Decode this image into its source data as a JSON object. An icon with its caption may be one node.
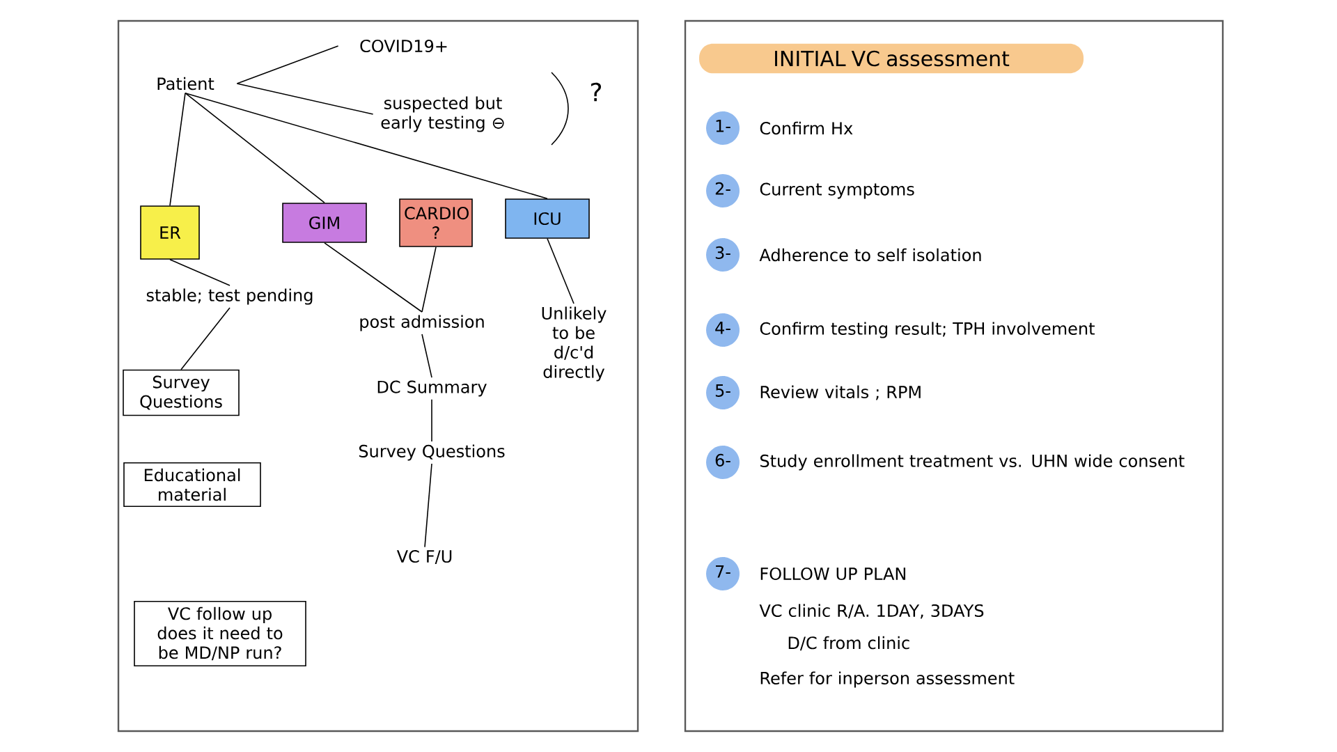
{
  "diagram": {
    "nodes": [
      {
        "text": [
          "Patient"
        ]
      },
      {
        "text": [
          "COVID19+"
        ]
      },
      {
        "text": [
          "suspected but early testing ⊖"
        ]
      },
      {
        "text": [
          "ER"
        ]
      },
      {
        "text": [
          "GIM"
        ]
      },
      {
        "text": [
          "CARDIO ?"
        ]
      },
      {
        "text": [
          "ICU"
        ]
      },
      {
        "text": [
          "stable; test pending"
        ]
      },
      {
        "text": [
          "Survey Questions"
        ]
      },
      {
        "text": [
          "Educational material"
        ]
      },
      {
        "text": [
          "VC follow up does it need to be MD/NP run?"
        ]
      },
      {
        "text": [
          "post admission"
        ]
      },
      {
        "text": [
          "DC Summary"
        ]
      },
      {
        "text": [
          "Survey Questions"
        ]
      },
      {
        "text": [
          "VC F/U"
        ]
      },
      {
        "text": [
          "Unlikely to be d/c'd directly"
        ]
      },
      {
        "text": [
          "INITIAL VC assessment"
        ]
      },
      {
        "text": [
          "1-"
        ],
        "beside": [
          "Confirm Hx"
        ]
      },
      {
        "text": [
          "2-"
        ],
        "beside": [
          "Current symptoms"
        ]
      },
      {
        "text": [
          "3-"
        ],
        "beside": [
          "Adherence to self isolation"
        ]
      },
      {
        "text": [
          "4-"
        ],
        "beside": [
          "Confirm testing result; TPH involvement"
        ]
      },
      {
        "text": [
          "5-"
        ],
        "beside": [
          "Review vitals ; RPM"
        ]
      },
      {
        "text": [
          "6-"
        ],
        "beside": [
          "Study enrollment treatment vs. UHN wide consent"
        ]
      },
      {
        "text": [
          "7-"
        ],
        "beside": [
          "FOLLOW UP PLAN",
          "VC clinic R/A. 1DAY, 3DAYS",
          "D/C from clinic",
          "Refer for inperson assessment"
        ]
      }
    ],
    "edges": [
      {
        "from": 0,
        "to": 1,
        "arrow": "none"
      },
      {
        "from": 0,
        "to": 2,
        "arrow": "none"
      },
      {
        "from": 0,
        "to": 3,
        "arrow": "none"
      },
      {
        "from": 0,
        "to": 4,
        "arrow": "none"
      },
      {
        "from": 0,
        "to": 6,
        "arrow": "none"
      },
      {
        "from": 3,
        "to": 7,
        "arrow": "none"
      },
      {
        "from": 7,
        "to": 8,
        "arrow": "none"
      },
      {
        "from": 4,
        "to": 11,
        "arrow": "none"
      },
      {
        "from": 5,
        "to": 11,
        "arrow": "none"
      },
      {
        "from": 11,
        "to": 12,
        "arrow": "none"
      },
      {
        "from": 12,
        "to": 13,
        "arrow": "none"
      },
      {
        "from": 13,
        "to": 14,
        "arrow": "none"
      },
      {
        "from": 6,
        "to": 15,
        "arrow": "none"
      }
    ],
    "labels": [
      "?"
    ]
  }
}
